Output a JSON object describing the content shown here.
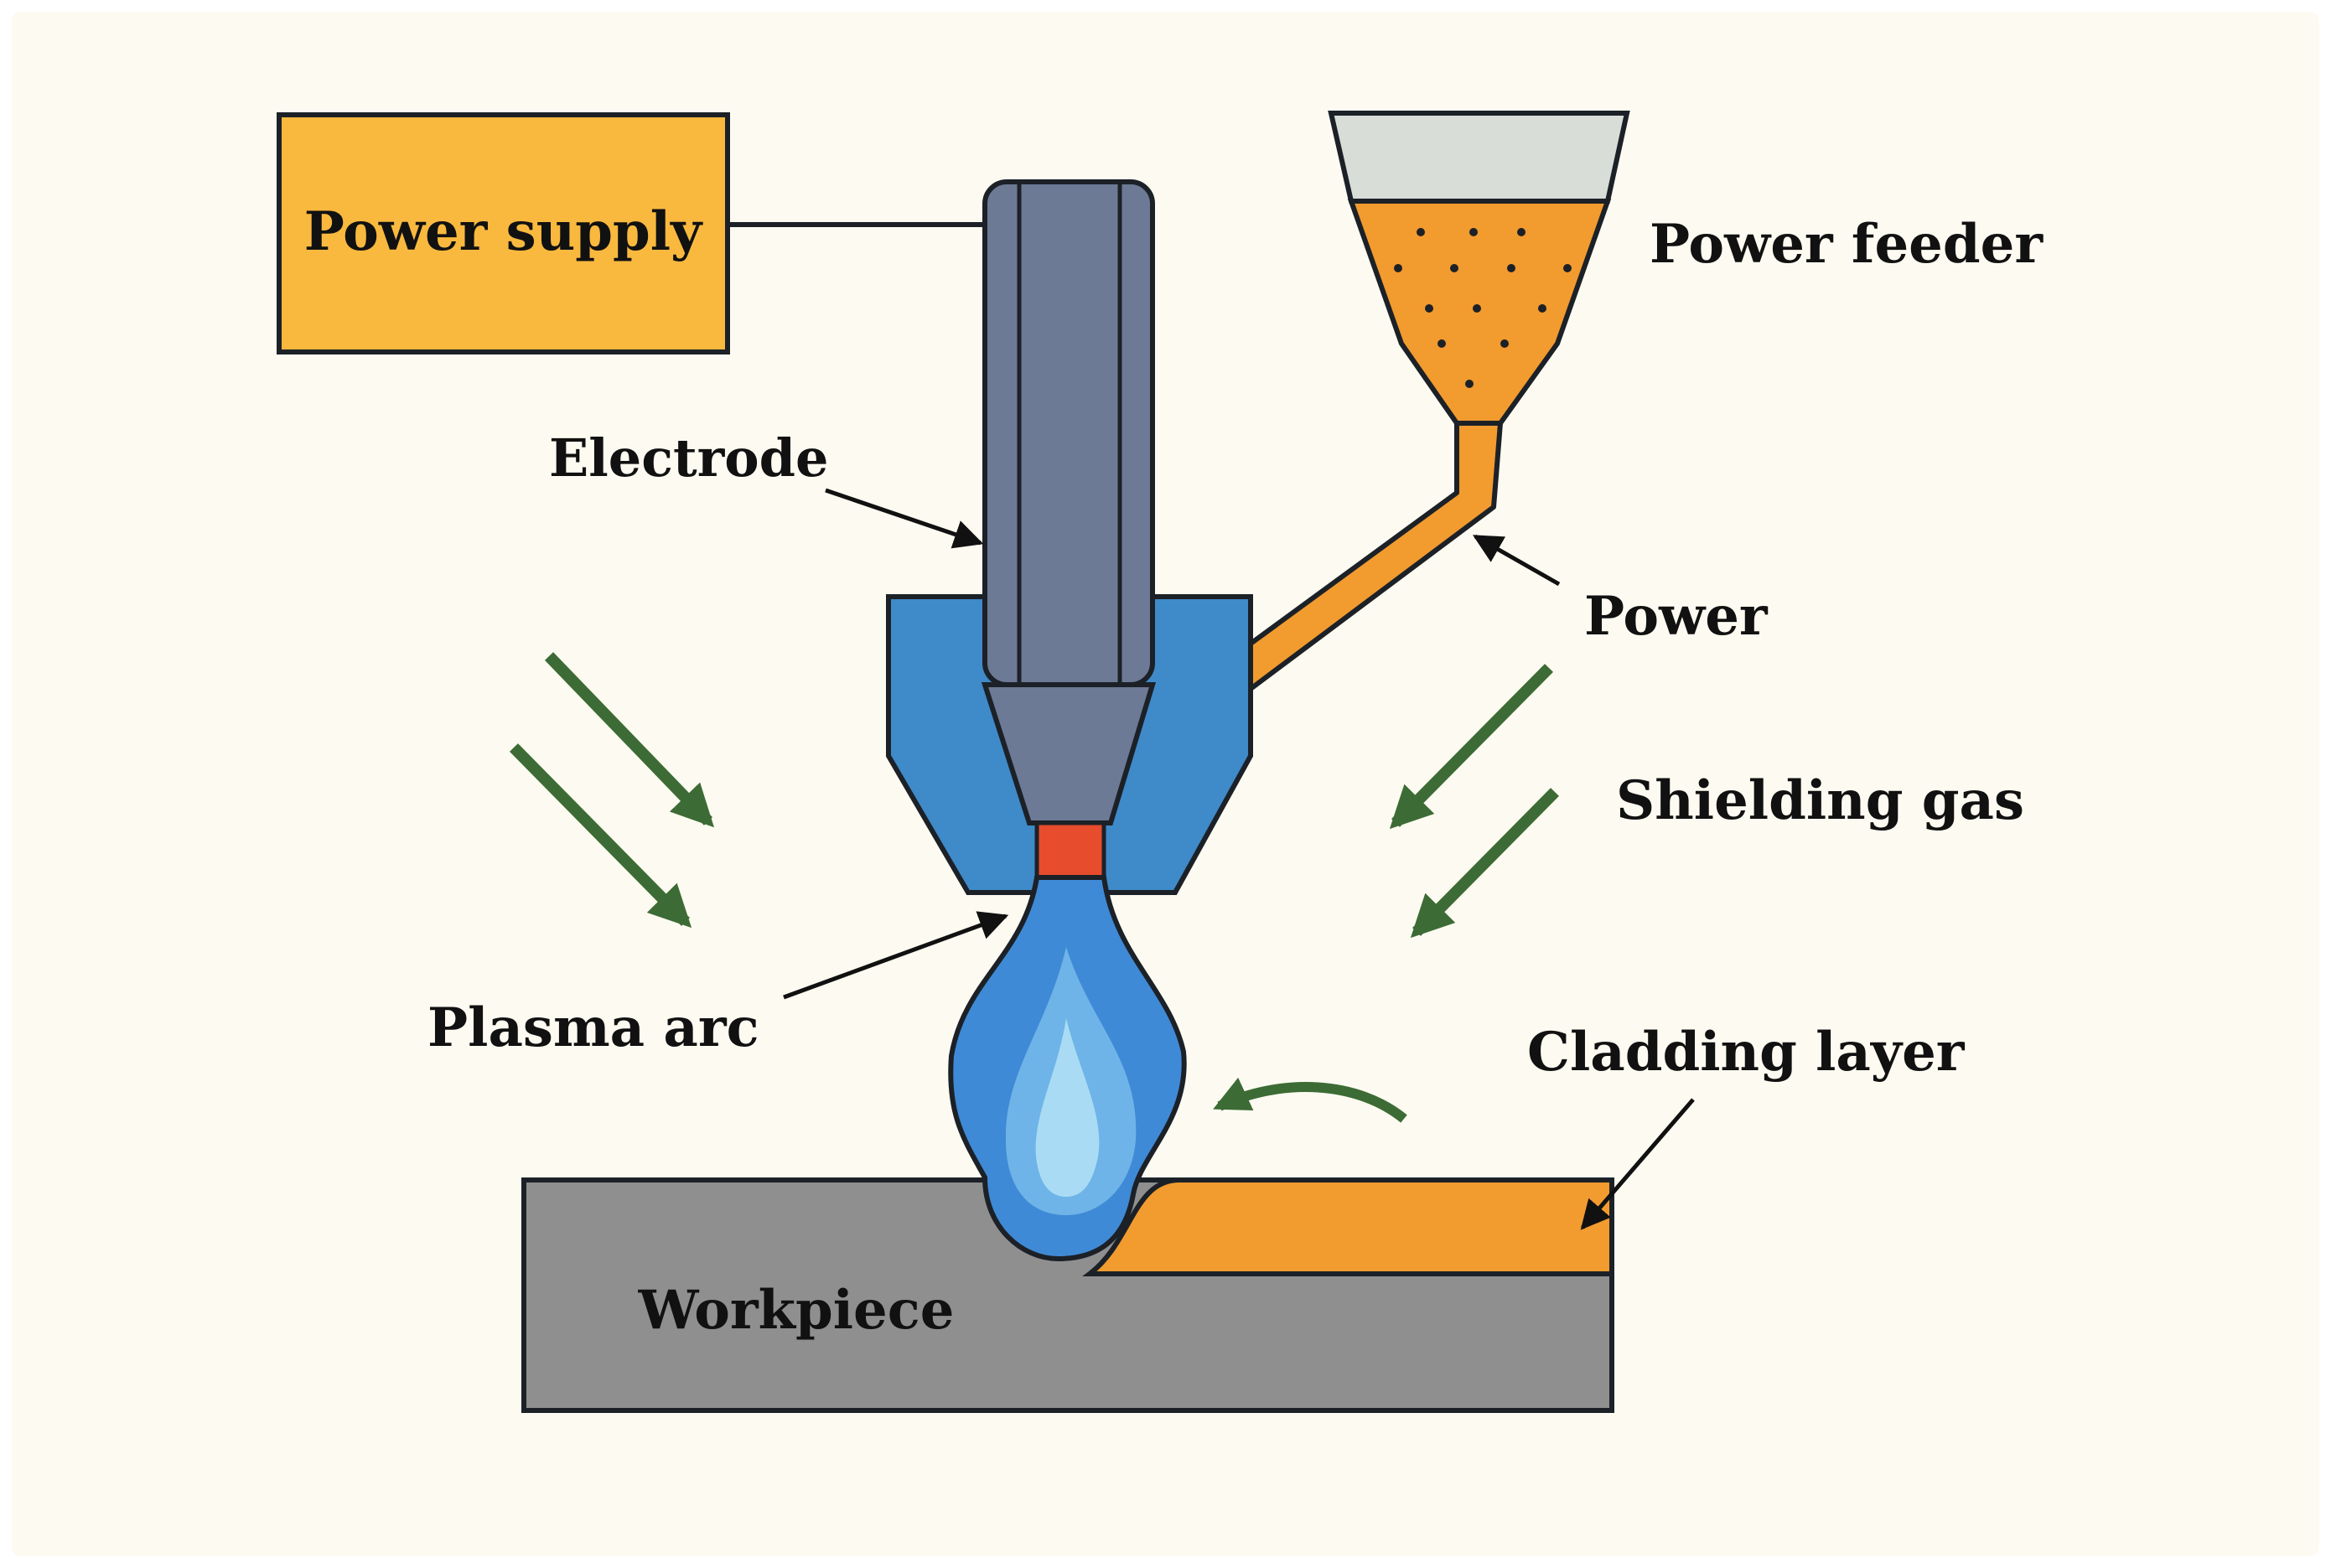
{
  "labels": {
    "power_supply": "Power supply",
    "power_feeder": "Power feeder",
    "electrode": "Electrode",
    "power": "Power",
    "shielding_gas": "Shielding gas",
    "plasma_arc": "Plasma arc",
    "cladding_layer": "Cladding layer",
    "workpiece": "Workpiece"
  },
  "colors": {
    "background": "#fdfbf1",
    "power_supply_box": "#f9b93f",
    "electrode": "#6d7a96",
    "nozzle": "#3f8ac9",
    "powder": "#f29b2f",
    "hopper_top": "#d9ddd8",
    "arc_outer": "#3f8ad6",
    "arc_inner": "#a9dcf4",
    "arc_core": "#e74c2c",
    "workpiece": "#8f8f8f",
    "gas_arrow": "#3d6b35",
    "outline": "#1c2127"
  }
}
